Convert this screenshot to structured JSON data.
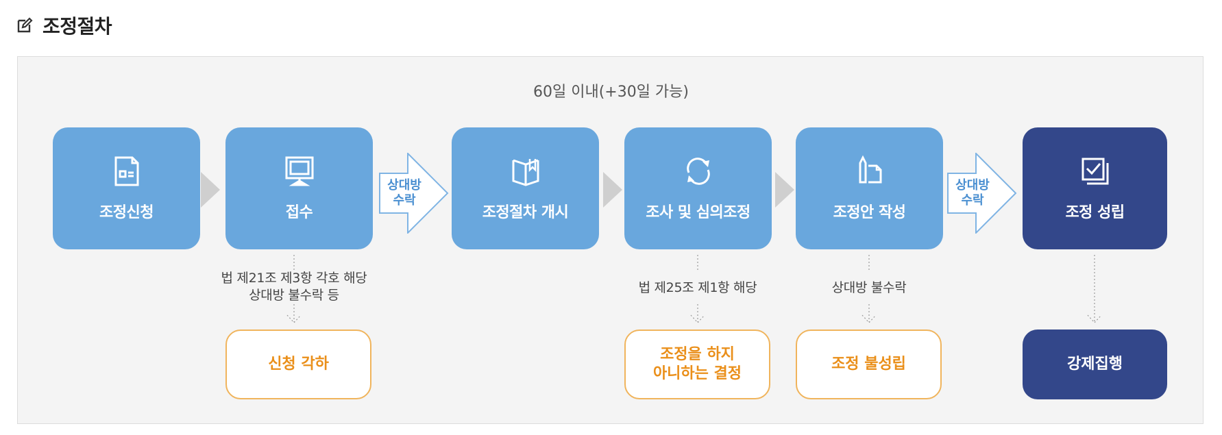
{
  "header": {
    "title": "조정절차"
  },
  "duration_label": "60일 이내(+30일 가능)",
  "steps": [
    {
      "label": "조정신청",
      "icon": "document-icon"
    },
    {
      "label": "접수",
      "icon": "monitor-icon"
    },
    {
      "label": "조정절차 개시",
      "icon": "book-icon"
    },
    {
      "label": "조사 및 심의조정",
      "icon": "refresh-icon"
    },
    {
      "label": "조정안 작성",
      "icon": "pencil-document-icon"
    },
    {
      "label": "조정 성립",
      "icon": "checkbox-icon"
    }
  ],
  "transition_arrows": [
    {
      "line1": "상대방",
      "line2": "수락"
    },
    {
      "line1": "상대방",
      "line2": "수락"
    }
  ],
  "notes": {
    "reception": {
      "line1": "법 제21조 제3항 각호 해당",
      "line2": "상대방 불수락 등"
    },
    "investigation": "법 제25조 제1항 해당",
    "draft": "상대방 불수락"
  },
  "outcomes": {
    "rejected": "신청 각하",
    "no_mediation": {
      "line1": "조정을 하지",
      "line2": "아니하는 결정"
    },
    "failed": "조정 불성립",
    "enforcement": "강제집행"
  },
  "colors": {
    "step_blue": "#69a7dd",
    "step_dark": "#33478a",
    "outcome_orange": "#ea8f1a",
    "outcome_border": "#f0b45c",
    "panel_bg": "#f4f4f4"
  }
}
